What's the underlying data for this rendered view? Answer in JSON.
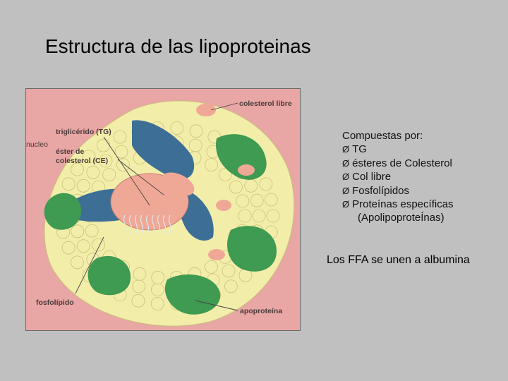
{
  "title": "Estructura de las lipoproteinas",
  "figure": {
    "labels": {
      "free_cholesterol": "colesterol libre",
      "core": "nucleo",
      "triglyceride": "triglicérido (TG)",
      "ester_line1": "éster de",
      "ester_line2": "colesterol (CE)",
      "phospholipid": "fosfolípido",
      "apoprotein": "apoproteína"
    },
    "colors": {
      "background": "#e8a6a4",
      "phospholipid_head": "#f2eeaa",
      "apoprotein": "#3f9a52",
      "core_blue": "#3d6f96",
      "cholesterol_ester": "#f0a896"
    }
  },
  "composition": {
    "heading": "Compuestas por:",
    "bullet": "Ø",
    "items": [
      "TG",
      "ésteres de Colesterol",
      "Col libre",
      "Fosfolípidos",
      "Proteínas específicas"
    ],
    "note": "(ApolipoproteÍnas)"
  },
  "ffa_note": "Los FFA se unen a albumina"
}
